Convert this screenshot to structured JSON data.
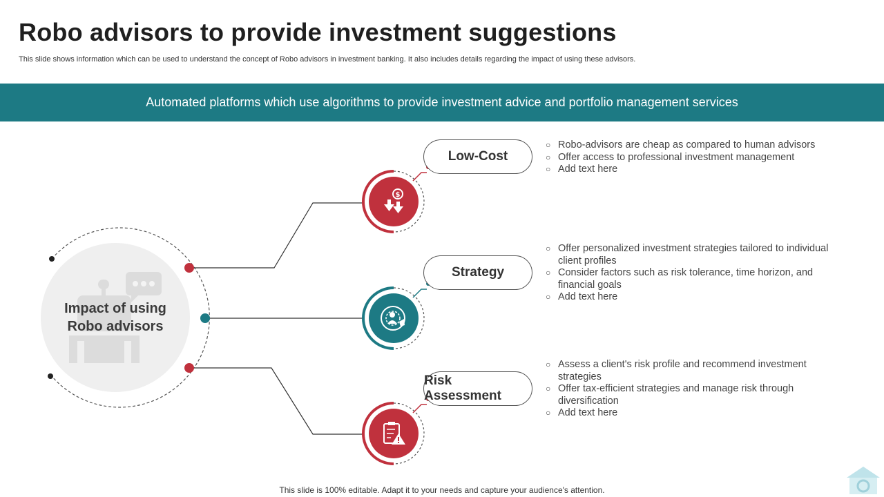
{
  "header": {
    "title": "Robo advisors to provide investment suggestions",
    "subtitle": "This slide shows information which can be used to understand the concept of Robo advisors in investment banking. It also includes details regarding the impact of using these advisors."
  },
  "banner": {
    "text": "Automated platforms which use algorithms to provide investment advice and portfolio management services"
  },
  "center": {
    "label": "Impact of using Robo advisors",
    "icon": "robot-chat-icon"
  },
  "items": [
    {
      "title": "Low-Cost",
      "icon": "money-down-arrows-icon",
      "color": "#c0313d",
      "bullets": [
        "Robo-advisors are cheap as compared to human advisors",
        "Offer access to professional investment management",
        "Add text here"
      ]
    },
    {
      "title": "Strategy",
      "icon": "target-person-icon",
      "color": "#1d7a84",
      "bullets": [
        "Offer personalized investment strategies tailored to individual client profiles",
        "Consider factors such as risk tolerance, time horizon, and financial goals",
        "Add text here"
      ]
    },
    {
      "title": "Risk Assessment",
      "icon": "clipboard-warning-icon",
      "color": "#c0313d",
      "bullets": [
        "Assess a client's risk profile and recommend investment strategies",
        "Offer tax-efficient strategies and manage risk through diversification",
        "Add text here"
      ]
    }
  ],
  "footer": {
    "text": "This slide is 100% editable. Adapt it to your needs and capture your audience's attention."
  },
  "colors": {
    "teal": "#1d7a84",
    "red": "#c0313d",
    "center_fill": "#efefef",
    "connector": "#333333"
  }
}
